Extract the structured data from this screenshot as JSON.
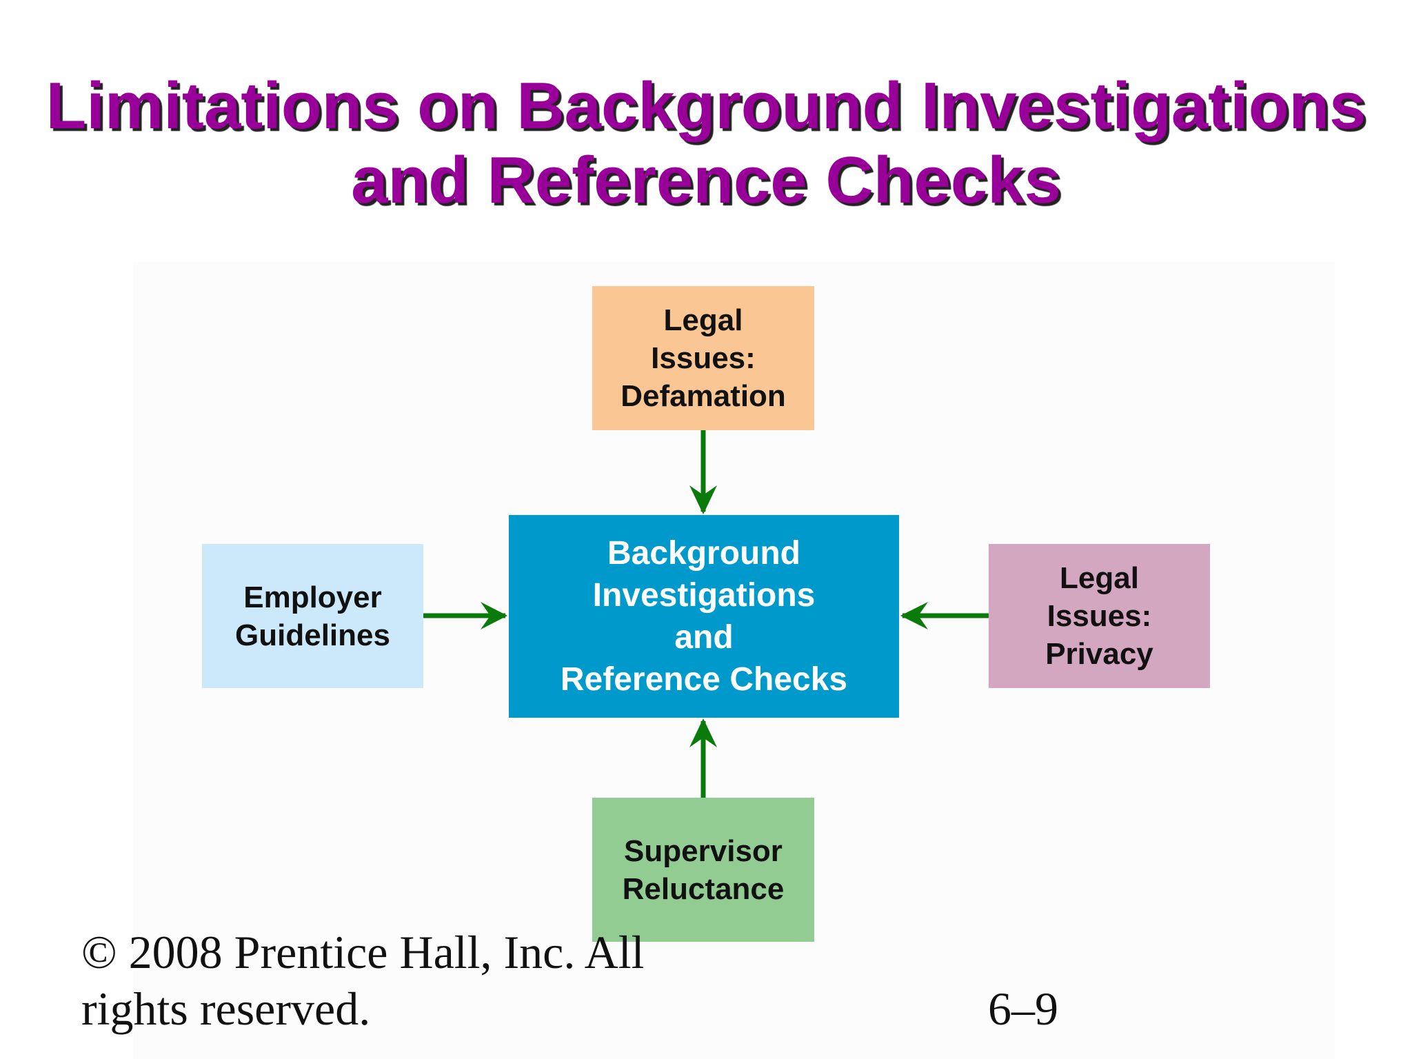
{
  "slide": {
    "title_lines": [
      "Limitations on Background Investigations",
      "and Reference Checks"
    ],
    "footer": {
      "copyright_lines": [
        "© 2008 Prentice Hall, Inc. All",
        "rights reserved."
      ],
      "slide_number": "6–9"
    }
  },
  "diagram": {
    "center": {
      "label_lines": [
        "Background",
        "Investigations",
        "and",
        "Reference Checks"
      ],
      "color": "#0099cc"
    },
    "factors": [
      {
        "id": "defamation",
        "label_lines": [
          "Legal",
          "Issues:",
          "Defamation"
        ],
        "color": "#f9c694"
      },
      {
        "id": "guidelines",
        "label_lines": [
          "Employer",
          "Guidelines"
        ],
        "color": "#cce9fb"
      },
      {
        "id": "privacy",
        "label_lines": [
          "Legal",
          "Issues:",
          "Privacy"
        ],
        "color": "#d4a7c0"
      },
      {
        "id": "supervisor",
        "label_lines": [
          "Supervisor",
          "Reluctance"
        ],
        "color": "#92cc93"
      }
    ],
    "arrow_color": "#0a7a0a",
    "title_color": "#990099"
  }
}
